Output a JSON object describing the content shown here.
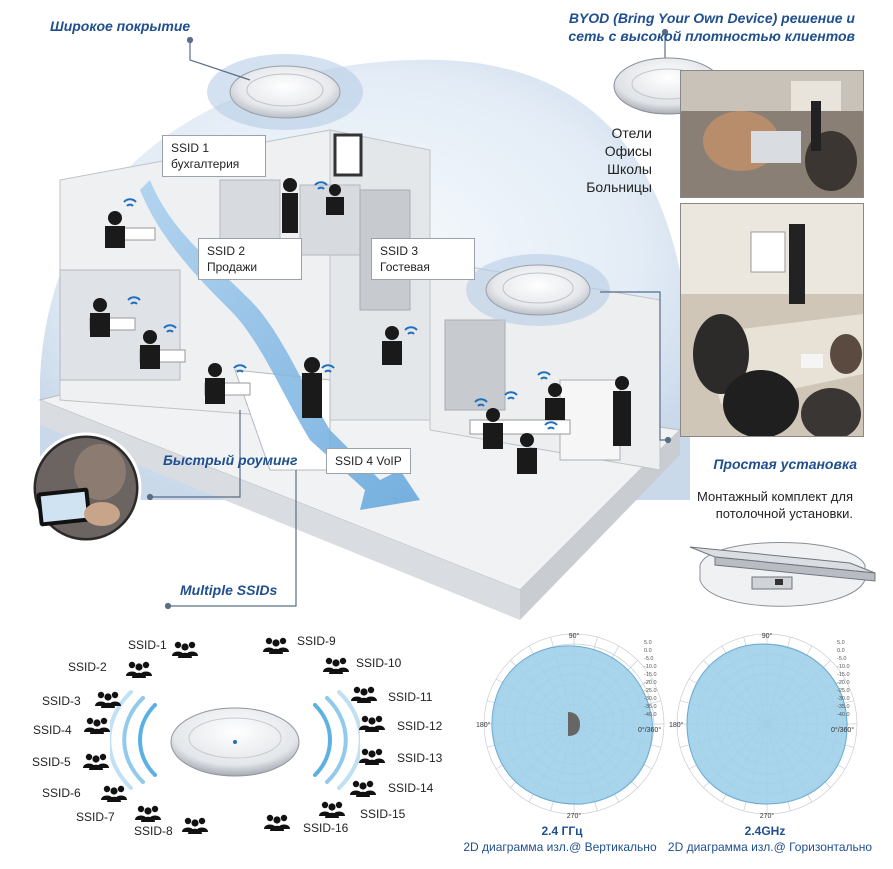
{
  "headings": {
    "coverage": "Широкое покрытие",
    "byod_line1": "BYOD (Bring Your Own Device) решение и",
    "byod_line2": "сеть с высокой плотностью клиентов",
    "roaming": "Быстрый роуминг",
    "multi_ssid": "Multiple SSIDs",
    "install": "Простая установка"
  },
  "venues": [
    "Отели",
    "Офисы",
    "Школы",
    "Больницы"
  ],
  "ssid_boxes": [
    {
      "line1": "SSID 1",
      "line2": "бухгалтерия"
    },
    {
      "line1": "SSID 2",
      "line2": "Продажи"
    },
    {
      "line1": "SSID 3",
      "line2": "Гостевая"
    },
    {
      "line1": "SSID 4 VoIP",
      "line2": ""
    }
  ],
  "mount": {
    "line1": "Монтажный комплект для",
    "line2": "потолочной установки."
  },
  "ssid_list": [
    "SSID-1",
    "SSID-2",
    "SSID-3",
    "SSID-4",
    "SSID-5",
    "SSID-6",
    "SSID-7",
    "SSID-8",
    "SSID-9",
    "SSID-10",
    "SSID-11",
    "SSID-12",
    "SSID-13",
    "SSID-14",
    "SSID-15",
    "SSID-16"
  ],
  "patterns": [
    {
      "freq": "2.4 ГГц",
      "desc": "2D диаграмма изл.@ Вертикально",
      "angles": {
        "top": "90°",
        "left": "180°",
        "right": "0°/360°",
        "bottom": "270°"
      },
      "scale": [
        "5.0",
        "0.0",
        "-5.0",
        "-10.0",
        "-15.0",
        "-20.0",
        "-25.0",
        "-30.0",
        "-35.0",
        "-40.0"
      ]
    },
    {
      "freq": "2.4GHz",
      "desc": "2D диаграмма изл.@ Горизонтально",
      "angles": {
        "top": "90°",
        "left": "180°",
        "right": "0°/360°",
        "bottom": "270°"
      },
      "scale": [
        "5.0",
        "0.0",
        "-5.0",
        "-10.0",
        "-15.0",
        "-20.0",
        "-25.0",
        "-30.0",
        "-35.0",
        "-40.0"
      ]
    }
  ],
  "colors": {
    "heading": "#1f4f8f",
    "dome": "#dde8f4",
    "flow_arrow": "#7fb6e0",
    "pattern_fill": "#9fd0ea",
    "leader_line": "#5a6d86"
  }
}
